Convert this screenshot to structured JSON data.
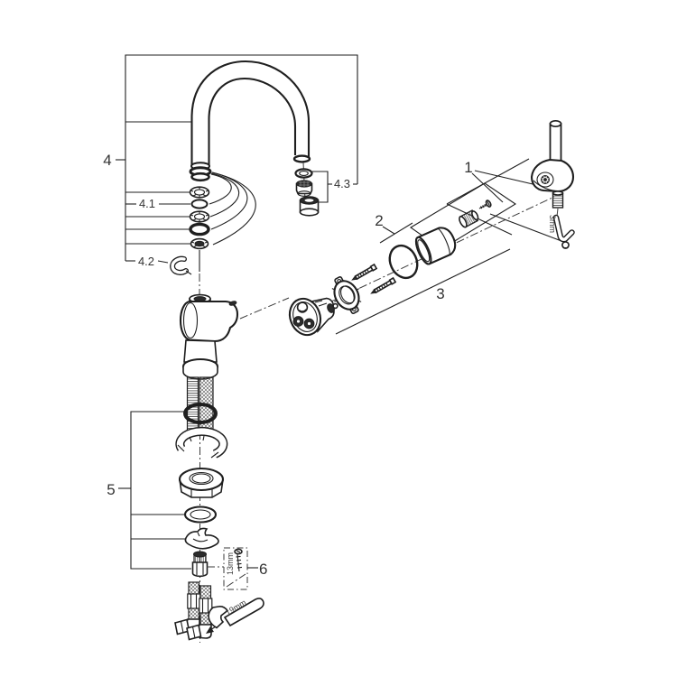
{
  "diagram": {
    "kind": "exploded-parts-diagram",
    "subject": "single-lever kitchen faucet",
    "colors": {
      "background": "#ffffff",
      "line": "#1f1f1f",
      "label": "#333333"
    }
  },
  "callouts": {
    "n1": "1",
    "n2": "2",
    "n3": "3",
    "n4": "4",
    "n41": "4.1",
    "n42": "4.2",
    "n43": "4.3",
    "n5": "5",
    "n6": "6"
  },
  "size_labels": {
    "hex_key": "3mm",
    "mounting_screw": "13mm",
    "wrench": "19mm"
  }
}
